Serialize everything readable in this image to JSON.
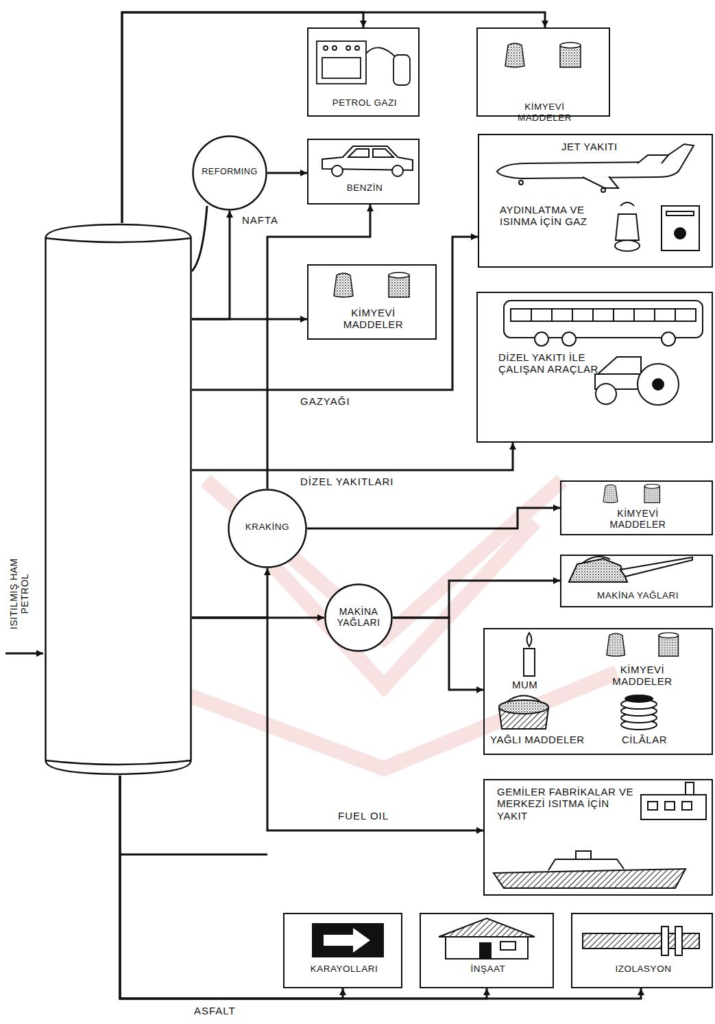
{
  "diagram": {
    "nodes": [
      {
        "text": [
          "ISITILMIŞ HAM PETROL"
        ]
      },
      {
        "text": [
          "PETROL GAZI"
        ]
      },
      {
        "text": [
          "KİMYEVİ MADDELER"
        ]
      },
      {
        "text": [
          "REFORMING"
        ]
      },
      {
        "text": [
          "BENZİN"
        ]
      },
      {
        "text": [
          "JET YAKITI",
          "AYDINLATMA VE ISINMA İÇİN GAZ"
        ]
      },
      {
        "text": [
          "KİMYEVİ MADDELER"
        ]
      },
      {
        "text": [
          "DİZEL YAKITI İLE ÇALIŞAN ARAÇLAR"
        ]
      },
      {
        "text": [
          "KRAKİNG"
        ]
      },
      {
        "text": [
          "KİMYEVİ MADDELER"
        ]
      },
      {
        "text": [
          "MAKİNA YAĞLARI"
        ]
      },
      {
        "text": [
          "MAKİNA YAĞLARI"
        ]
      },
      {
        "text": [
          "MUM",
          "KİMYEVİ MADDELER",
          "YAĞLI MADDELER",
          "CİLÂLAR"
        ]
      },
      {
        "text": [
          "GEMİLER FABRİKALAR VE MERKEZİ ISITMA İÇİN YAKIT"
        ]
      },
      {
        "text": [
          "KARAYOLLARI"
        ]
      },
      {
        "text": [
          "İNŞAAT"
        ]
      },
      {
        "text": [
          "IZOLASYON"
        ]
      }
    ],
    "edges": [
      {
        "from": 0,
        "to": 1,
        "arrow": "to"
      },
      {
        "from": 0,
        "to": 2,
        "arrow": "to"
      },
      {
        "from": 0,
        "to": 3,
        "label": "NAFTA",
        "arrow": "to"
      },
      {
        "from": 3,
        "to": 4,
        "arrow": "to"
      },
      {
        "from": 0,
        "to": 6,
        "arrow": "to"
      },
      {
        "from": 0,
        "to": 5,
        "label": "GAZYAĞI",
        "arrow": "to"
      },
      {
        "from": 0,
        "to": 7,
        "label": "DİZEL YAKITLARI",
        "arrow": "to"
      },
      {
        "from": 8,
        "to": 4,
        "arrow": "to"
      },
      {
        "from": 8,
        "to": 9,
        "arrow": "to"
      },
      {
        "from": 0,
        "to": 8,
        "arrow": "to"
      },
      {
        "from": 0,
        "to": 10,
        "arrow": "to"
      },
      {
        "from": 0,
        "to": 13,
        "label": "FUEL OIL",
        "arrow": "to"
      },
      {
        "from": 10,
        "to": 11,
        "arrow": "to"
      },
      {
        "from": 10,
        "to": 12,
        "arrow": "to"
      },
      {
        "from": 0,
        "to": 14,
        "label": "ASFALT",
        "arrow": "to"
      },
      {
        "from": 0,
        "to": 15,
        "arrow": "to"
      },
      {
        "from": 0,
        "to": 16,
        "arrow": "to"
      }
    ]
  }
}
